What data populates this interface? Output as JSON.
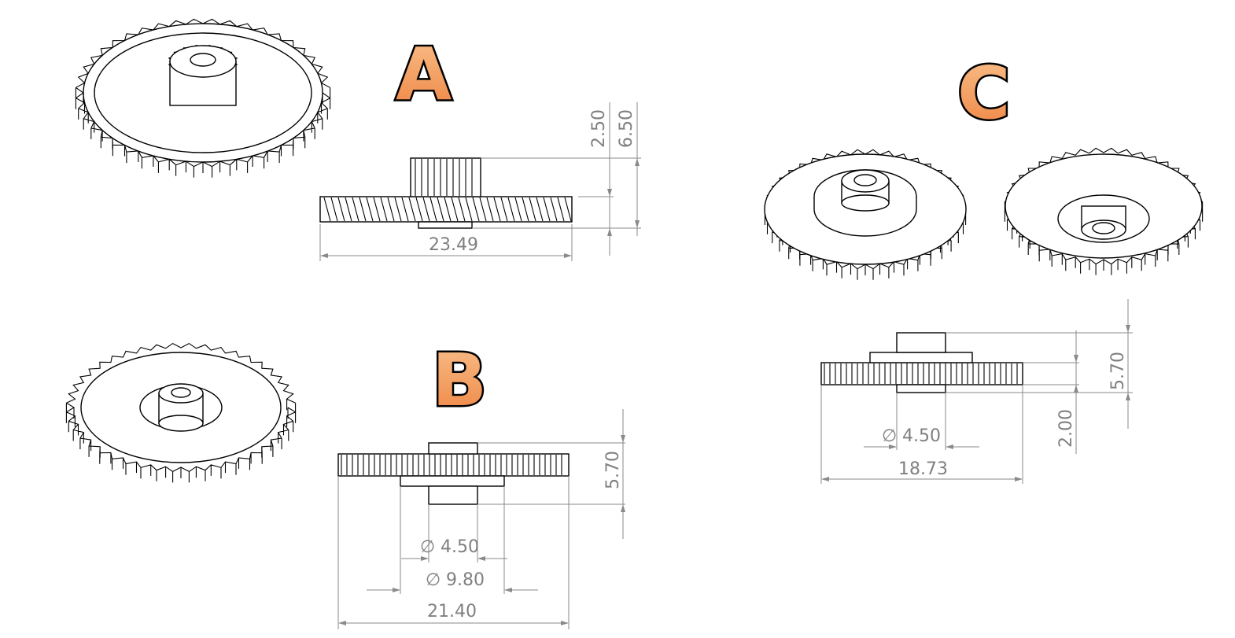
{
  "labels": {
    "a": "A",
    "b": "B",
    "c": "C"
  },
  "drawing_a": {
    "overall_width": "23.49",
    "hub_height": "2.50",
    "total_height": "6.50"
  },
  "drawing_b": {
    "bore": "4.50",
    "hub_dia": "9.80",
    "overall_width": "21.40",
    "total_height": "5.70"
  },
  "drawing_c": {
    "bore": "4.50",
    "overall_width": "18.73",
    "bottom_height": "2.00",
    "total_height": "5.70"
  },
  "colors": {
    "letter_top": "#f7b57e",
    "letter_bottom": "#f08a4b",
    "ink": "#000000",
    "dimension": "#808080"
  }
}
